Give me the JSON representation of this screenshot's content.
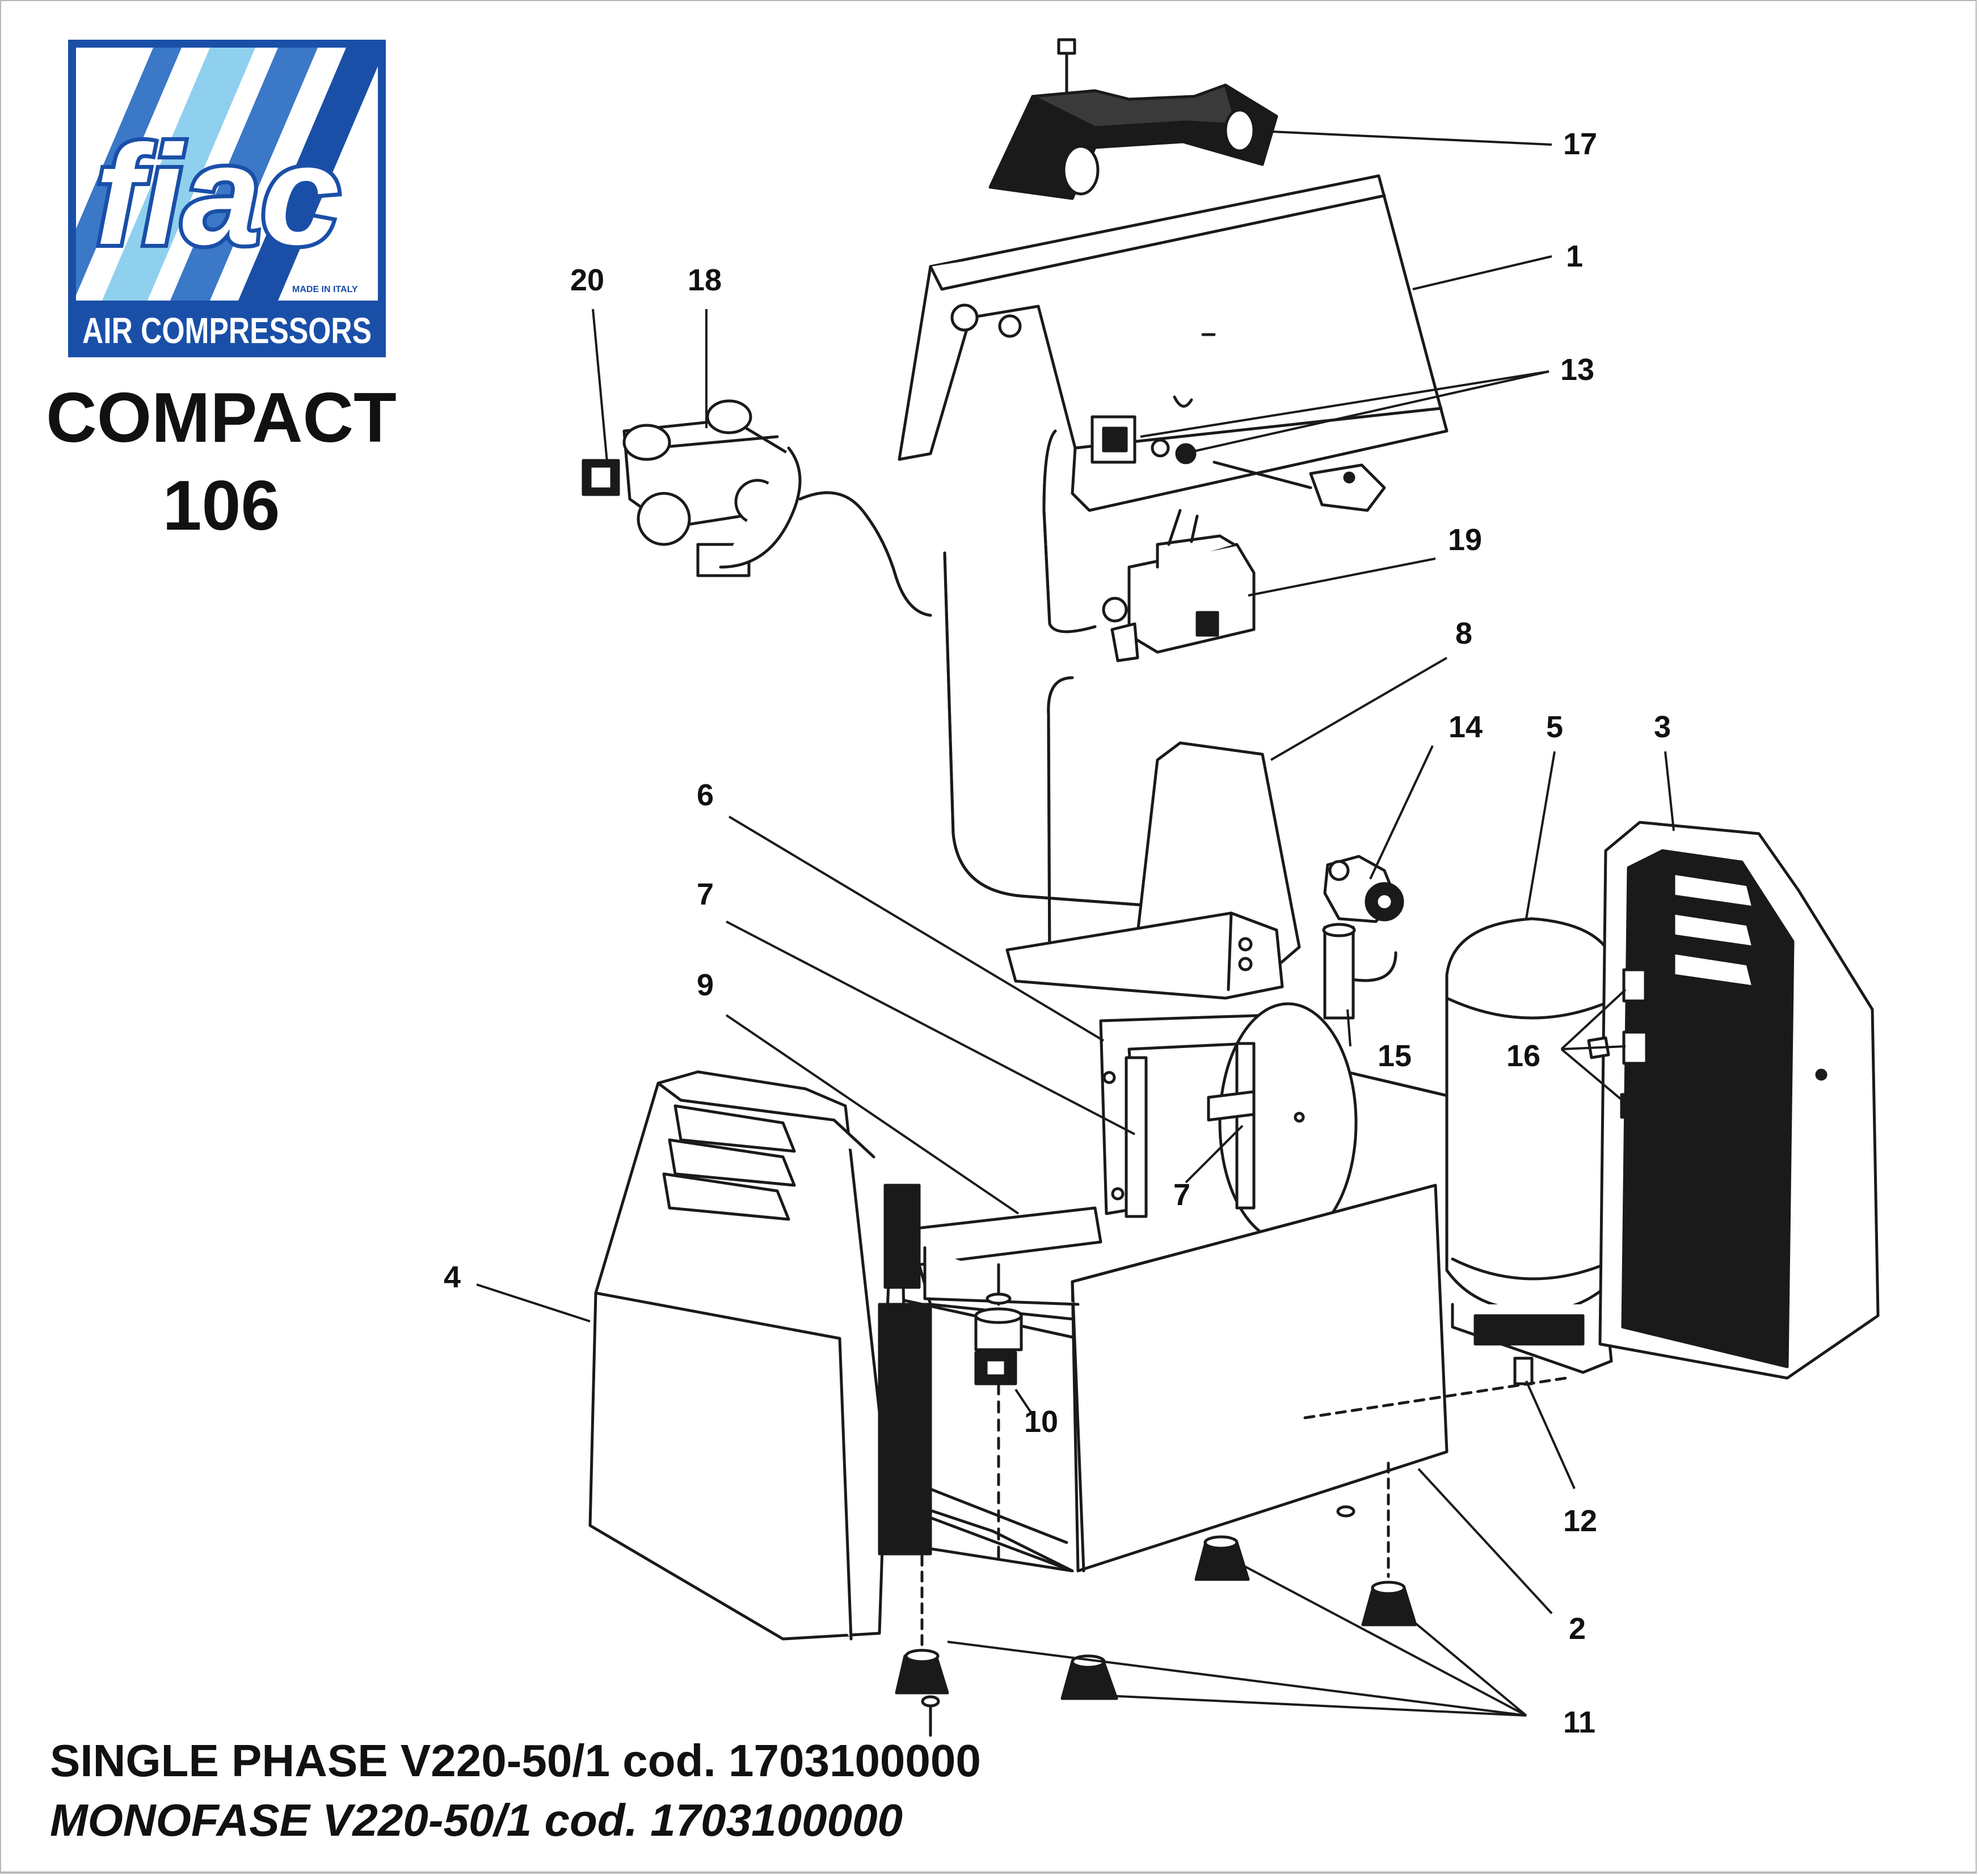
{
  "logo": {
    "brand": "fiac",
    "made_in": "MADE IN ITALY",
    "tagline": "AIR COMPRESSORS",
    "colors": {
      "frame": "#1a4fa8",
      "stripe_light": "#8fd0ee",
      "stripe_mid": "#3b78c8",
      "text": "#ffffff"
    }
  },
  "model": {
    "name": "COMPACT",
    "number": "106"
  },
  "callouts": [
    "17",
    "1",
    "20",
    "18",
    "13",
    "19",
    "8",
    "14",
    "5",
    "3",
    "6",
    "7",
    "9",
    "16",
    "15",
    "7",
    "4",
    "10",
    "12",
    "2",
    "11"
  ],
  "footer": {
    "line_en": "SINGLE PHASE V220-50/1 cod. 1703100000",
    "line_it": "MONOFASE V220-50/1 cod. 1703100000"
  }
}
